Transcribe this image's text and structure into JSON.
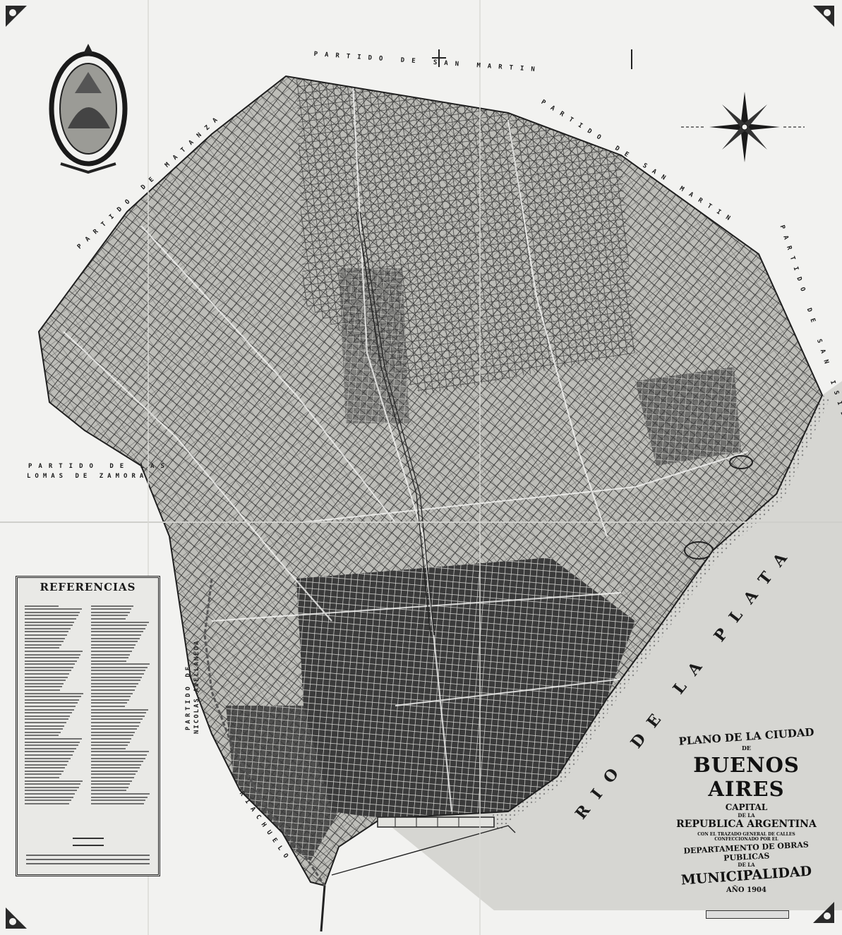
{
  "map": {
    "labels": {
      "san_martin_top": "PARTIDO DE SAN MARTIN",
      "matanza": "PARTIDO DE MATANZA",
      "san_martin_right": "PARTIDO DE SAN MARTIN",
      "san_isidro": "PARTIDO DE SAN ISIDRO",
      "lomas_1": "PARTIDO DE LAS",
      "lomas_2": "LOMAS DE ZAMORA",
      "avellaneda_1": "PARTIDO DE",
      "avellaneda_2": "NICOLAS AVELLANEDA",
      "riachuelo": "RIACHUELO",
      "river": "RIO DE LA PLATA"
    },
    "references": {
      "title": "REFERENCIAS"
    },
    "title_block": {
      "line1": "PLANO DE LA CIUDAD",
      "line2": "DE",
      "line3": "BUENOS AIRES",
      "line4": "CAPITAL",
      "line5": "DE LA",
      "line6": "REPUBLICA ARGENTINA",
      "line7": "CON EL TRAZADO GENERAL DE CALLES",
      "line8": "CONFECCIONADO POR EL",
      "line9": "DEPARTAMENTO DE OBRAS PUBLICAS",
      "line10": "DE LA",
      "line11": "MUNICIPALIDAD",
      "line12": "AÑO 1904"
    },
    "colors": {
      "paper": "#f2f2f0",
      "ink": "#1c1c1c",
      "dense_ink": "#2a2a2a",
      "river_shade": "#9a9a96"
    },
    "icons": [
      "compass-rose-icon",
      "cartouche-emblem-icon",
      "corner-ornament-icon"
    ]
  }
}
